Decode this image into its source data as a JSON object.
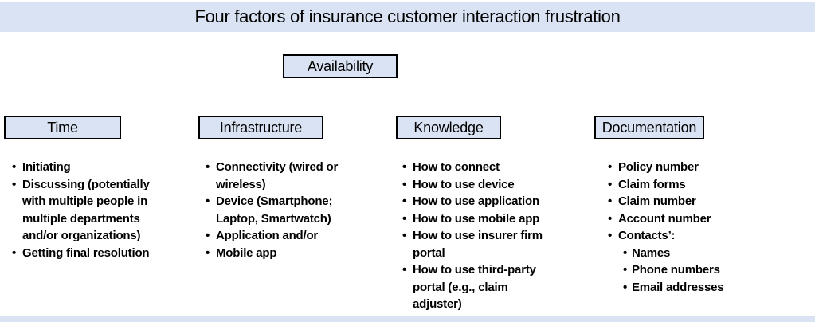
{
  "title": "Four factors of insurance customer interaction frustration",
  "availability": {
    "label": "Availability"
  },
  "bullet_char": "•",
  "colors": {
    "box_fill": "#dae3f3",
    "box_border": "#000000",
    "banner_fill": "#dae3f3",
    "text": "#000000"
  },
  "columns": [
    {
      "header": "Time",
      "items": [
        {
          "lines": [
            "Initiating"
          ]
        },
        {
          "lines": [
            "Discussing (potentially",
            "with multiple people in",
            "multiple departments",
            "and/or organizations)"
          ]
        },
        {
          "lines": [
            "Getting final resolution"
          ]
        }
      ]
    },
    {
      "header": "Infrastructure",
      "items": [
        {
          "lines": [
            "Connectivity (wired or",
            "wireless)"
          ]
        },
        {
          "lines": [
            "Device (Smartphone;",
            "Laptop, Smartwatch)"
          ]
        },
        {
          "lines": [
            "Application and/or"
          ]
        },
        {
          "lines": [
            "Mobile app"
          ]
        }
      ]
    },
    {
      "header": "Knowledge",
      "items": [
        {
          "lines": [
            "How to connect"
          ]
        },
        {
          "lines": [
            "How to use device"
          ]
        },
        {
          "lines": [
            "How to use application"
          ]
        },
        {
          "lines": [
            "How to use mobile app"
          ]
        },
        {
          "lines": [
            "How to use insurer firm",
            "portal"
          ]
        },
        {
          "lines": [
            "How to use third-party",
            "portal (e.g., claim",
            "adjuster)"
          ]
        }
      ]
    },
    {
      "header": "Documentation",
      "items": [
        {
          "lines": [
            "Policy number"
          ]
        },
        {
          "lines": [
            "Claim forms"
          ]
        },
        {
          "lines": [
            "Claim number"
          ]
        },
        {
          "lines": [
            "Account number"
          ]
        },
        {
          "lines": [
            "Contacts’:"
          ],
          "sub": [
            {
              "lines": [
                "Names"
              ]
            },
            {
              "lines": [
                "Phone numbers"
              ]
            },
            {
              "lines": [
                "Email addresses"
              ]
            }
          ]
        }
      ]
    }
  ]
}
